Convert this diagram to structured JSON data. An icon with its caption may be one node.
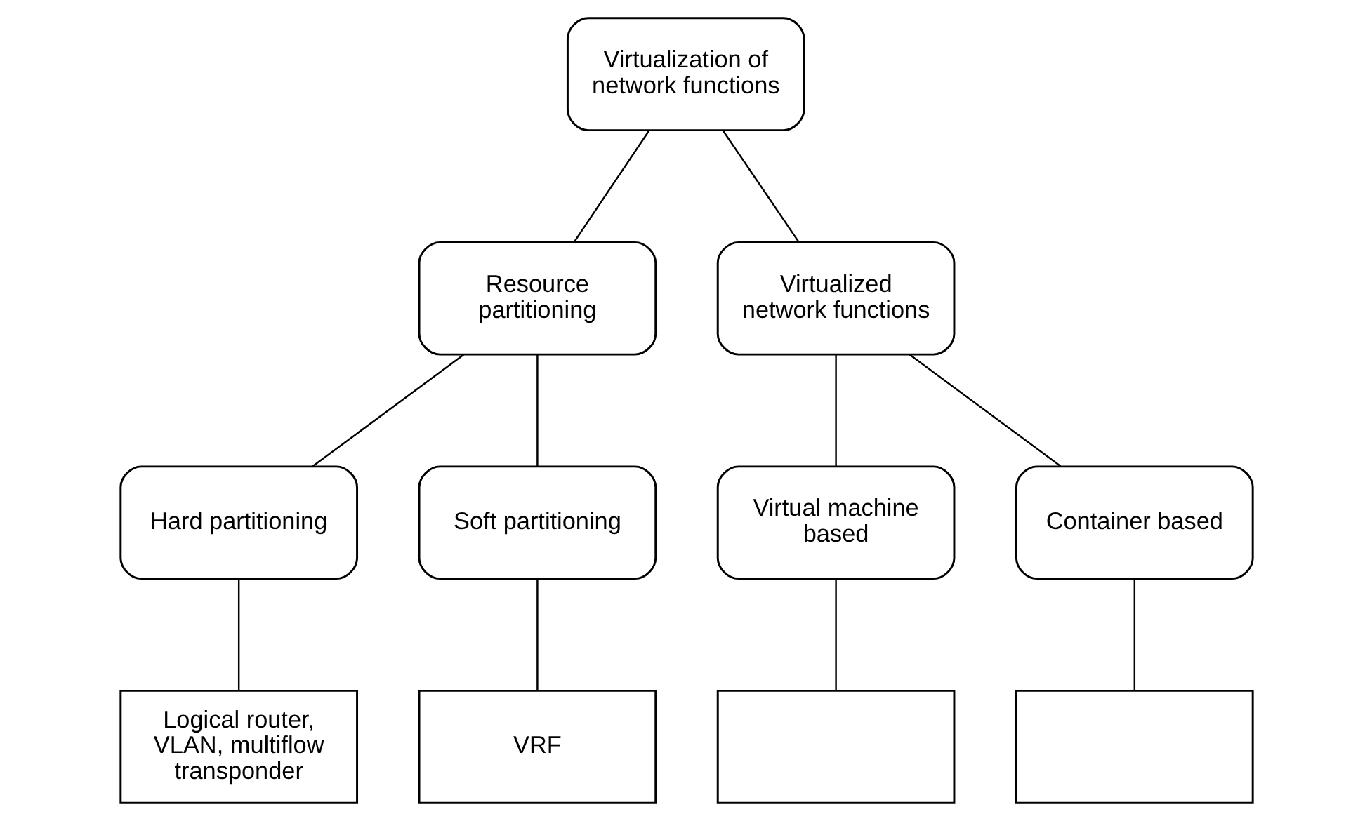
{
  "diagram": {
    "nodes": [
      {
        "text": [
          "Virtualization of network functions"
        ]
      },
      {
        "text": [
          "Resource partitioning"
        ]
      },
      {
        "text": [
          "Virtualized network functions"
        ]
      },
      {
        "text": [
          "Hard partitioning"
        ]
      },
      {
        "text": [
          "Soft partitioning"
        ]
      },
      {
        "text": [
          "Virtual machine based"
        ]
      },
      {
        "text": [
          "Container based"
        ]
      },
      {
        "text": [
          "Logical router, VLAN, multiflow transponder"
        ]
      },
      {
        "text": [
          "VRF"
        ]
      },
      {
        "text": [],
        "shape": "box"
      },
      {
        "text": [],
        "shape": "box"
      }
    ],
    "edges": [
      {
        "from": 0,
        "to": 1,
        "arrow": "none"
      },
      {
        "from": 0,
        "to": 2,
        "arrow": "none"
      },
      {
        "from": 1,
        "to": 3,
        "arrow": "none"
      },
      {
        "from": 1,
        "to": 4,
        "arrow": "none"
      },
      {
        "from": 2,
        "to": 5,
        "arrow": "none"
      },
      {
        "from": 2,
        "to": 6,
        "arrow": "none"
      },
      {
        "from": 3,
        "to": 7,
        "arrow": "none"
      },
      {
        "from": 4,
        "to": 8,
        "arrow": "none"
      },
      {
        "from": 5,
        "to": 9,
        "arrow": "none"
      },
      {
        "from": 6,
        "to": 10,
        "arrow": "none"
      }
    ]
  }
}
